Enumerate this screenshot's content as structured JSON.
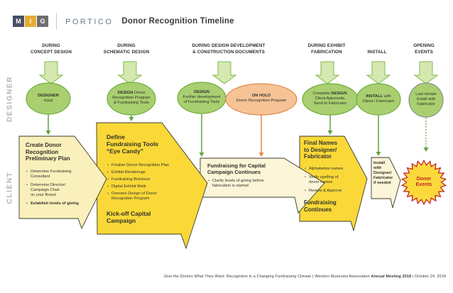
{
  "header": {
    "logo": [
      "M",
      "I",
      "G"
    ],
    "brand": "Portico",
    "title": "Donor Recognition Timeline"
  },
  "row_labels": {
    "designer": "DESIGNER",
    "client": "CLIENT"
  },
  "phases": [
    {
      "label": "DURING\nCONCEPT DESIGN"
    },
    {
      "label": "DURING\nSCHEMATIC DESIGN"
    },
    {
      "label": "DURING DESIGN DEVELOPMENT\n& CONSTRUCTION DOCUMENTS"
    },
    {
      "label": "DURING EXHIBIT\nFABRICATION"
    },
    {
      "label": "INSTALL"
    },
    {
      "label": "OPENING\nEVENTS"
    }
  ],
  "designer_row": [
    {
      "pre": "",
      "bold": "DESIGNER",
      "post": "\nInput"
    },
    {
      "pre": "",
      "bold": "DESIGN",
      "post": " Donor\nRecognition Program\n& Fundraising Tools"
    },
    {
      "pre": "",
      "bold": "DESIGN",
      "post": "\nFurther development\nof Fundraising Tools"
    },
    {
      "pre": "",
      "bold": "ON HOLD",
      "post": "\nDonor Recognition Program"
    },
    {
      "pre": "Complete ",
      "bold": "DESIGN",
      "post": ",\nClient Approvals,\nSend to Fabricator"
    },
    {
      "pre": "",
      "bold": "INSTALL",
      "post": " with\nClient / Fabricator"
    },
    {
      "pre": "",
      "bold": "",
      "post": "Last minute\nInstall with\nFabricator"
    }
  ],
  "client_row": {
    "plan": {
      "title": "Create Donor\nRecognition\nPreliminary Plan",
      "bullets": [
        "Determine Fundraising\nConsultant",
        "Determine Director/\nCampaign Chair\non your Board",
        "Establish levels of giving"
      ]
    },
    "define": {
      "title": "Define\nFundraising Tools\n“Eye Candy”",
      "bullets": [
        "Finalize Donor Recognition Plan",
        "Exhibit Renderings",
        "Fundraising Brochure",
        "Digital Exhibit Walk",
        "Oversee Design of Donor\nRecognition Program"
      ],
      "footer": "Kick-off Capital\nCampaign"
    },
    "fundraising": {
      "title": "Fundraising for Capital\nCampaign Continues",
      "bullets": [
        "Clarify levels of giving before\nfabrication is started"
      ]
    },
    "final_names": {
      "title": "Final Names\nto Designer/\nFabricator",
      "bullets": [
        "Alphabetize names",
        "Verify spelling of\ndonor names",
        "Review & Approve"
      ],
      "footer": "Fundraising\nContinues"
    },
    "install": {
      "title": "Install\nwith\nDesigner/\nFabricator\nif needed"
    },
    "donor_events": {
      "label": "Donor\nEvents"
    }
  },
  "footer": {
    "main": "Give the Donors What They Want: Recognition in a Changing Fundraising Climate | Western Museums Association ",
    "bold": "Annual Meeting 2018",
    "date": " | October 24, 2018"
  },
  "colors": {
    "green_fill": "#a9cf70",
    "green_stroke": "#6fae3e",
    "green_arrow_fill": "#d5e8b0",
    "orange_fill": "#f6c396",
    "orange_stroke": "#e08a4d",
    "orange_line": "#e58a45",
    "yellow_bright": "#f9d838",
    "yellow_light": "#faf0bb",
    "yellow_pale": "#fcf5d8",
    "connector_green": "#61a33c",
    "starburst_red": "#c0272d",
    "logo_navy": "#474f68",
    "logo_gold": "#e5ad33",
    "logo_gray": "#6f6f71"
  }
}
